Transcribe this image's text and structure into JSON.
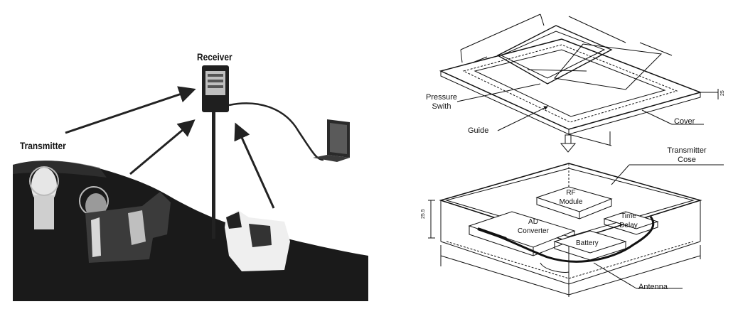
{
  "left_panel": {
    "receiver_label": "Receiver",
    "transmitter_label": "Transmitter"
  },
  "right_panel": {
    "cover_labels": {
      "pressure_switch_line1": "Pressure",
      "pressure_switch_line2": "Swith",
      "guide": "Guide",
      "cover": "Cover"
    },
    "case_labels": {
      "transmitter_case_line1": "Transmitter",
      "transmitter_case_line2": "Cose",
      "rf_module_line1": "RF",
      "rf_module_line2": "Module",
      "time_delay_line1": "Time",
      "time_delay_line2": "Delay",
      "ad_converter_line1": "AD",
      "ad_converter_line2": "Converter",
      "battery": "Battery",
      "antenna": "Antenna"
    }
  }
}
